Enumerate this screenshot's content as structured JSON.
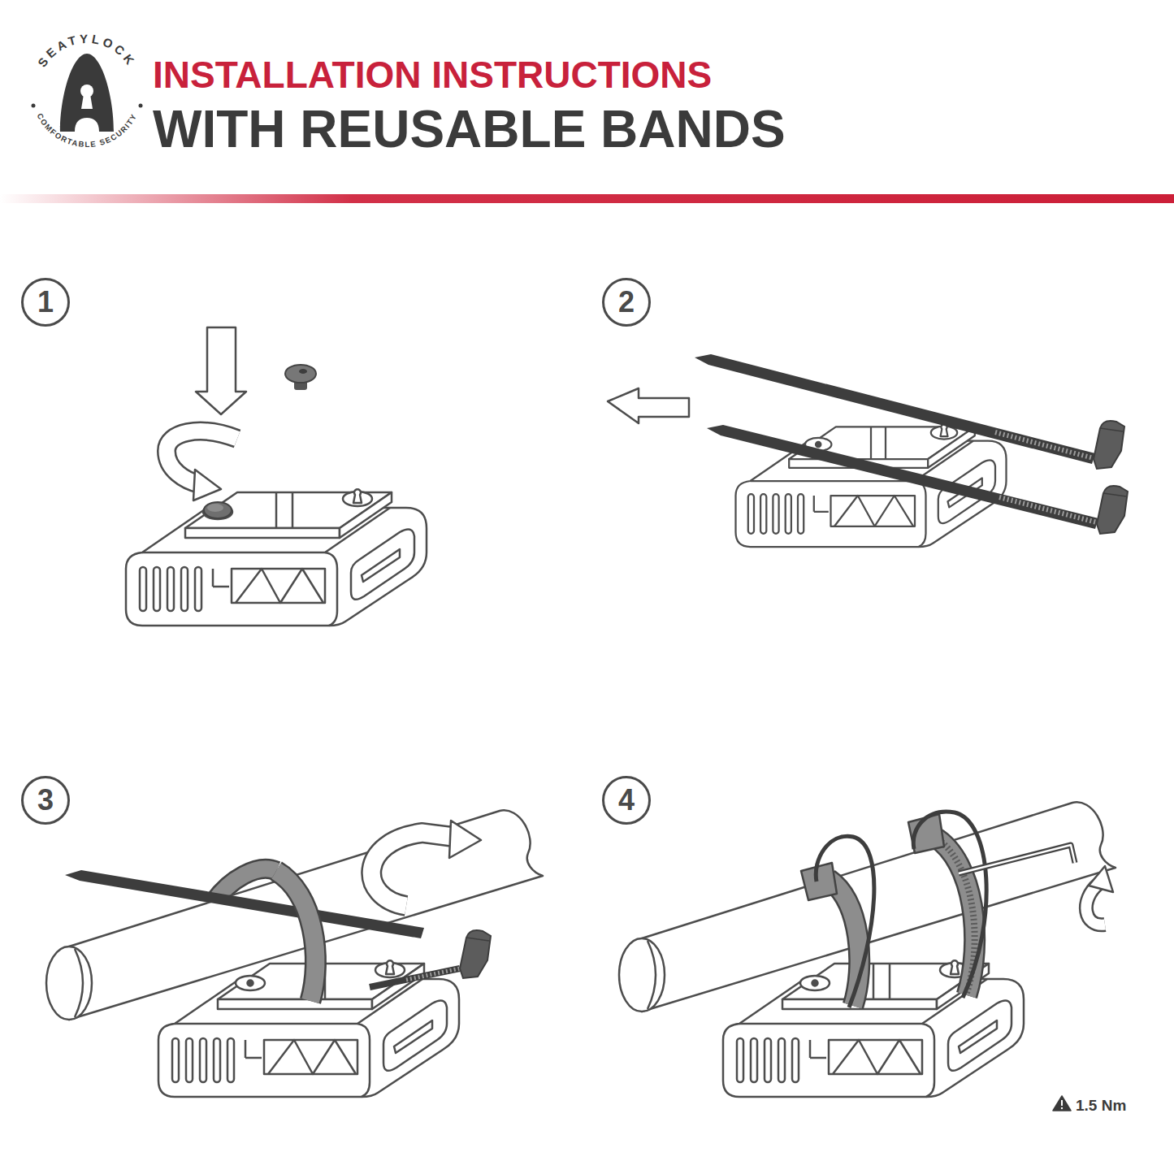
{
  "diagram": {
    "title": "INSTALLATION INSTRUCTIONS",
    "nodes": [
      {
        "text": [
          "1"
        ]
      },
      {
        "text": [
          "2"
        ]
      },
      {
        "text": [
          "3"
        ]
      },
      {
        "text": [
          "4"
        ]
      }
    ],
    "labels": [
      "SEATYLOCK",
      "COMFORTABLE SECURITY",
      "WITH REUSABLE BANDS",
      "1.5 Nm"
    ]
  }
}
